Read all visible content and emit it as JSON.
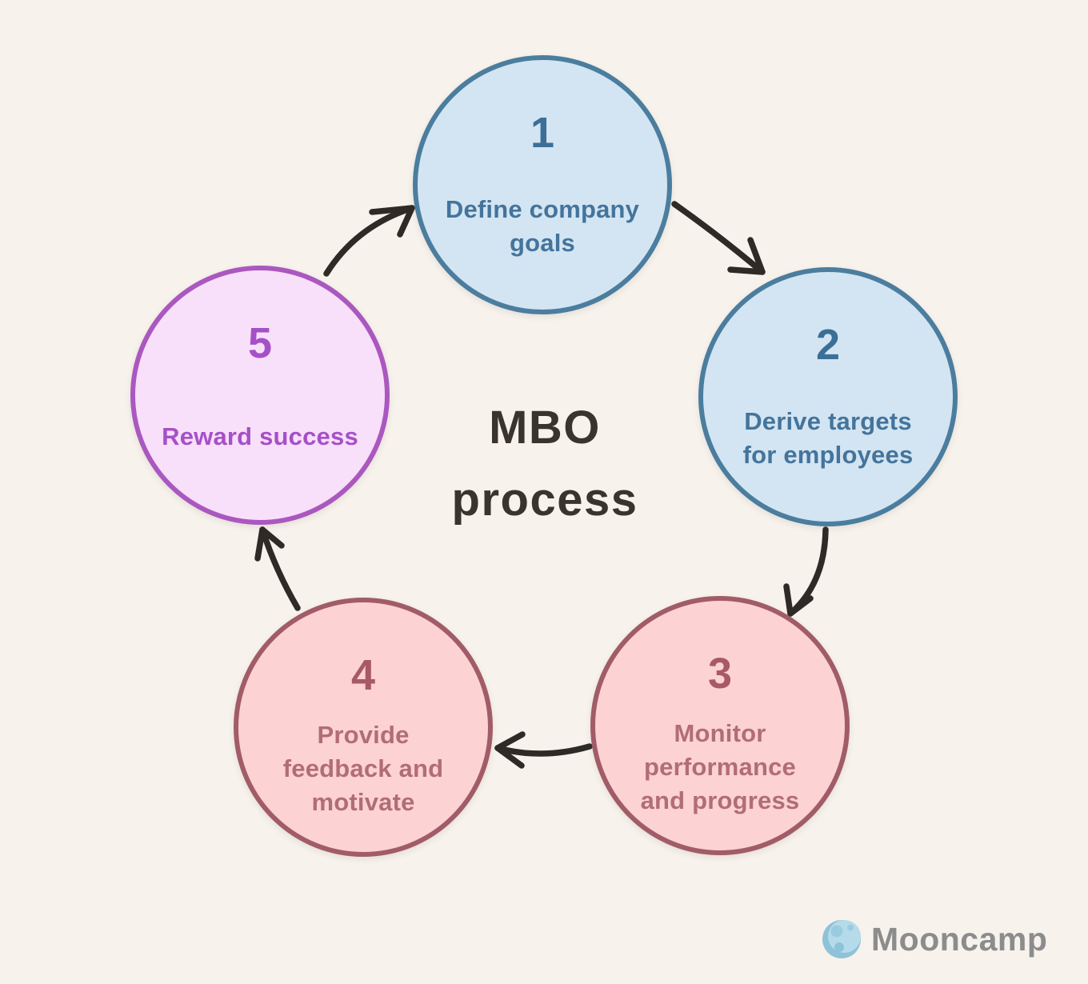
{
  "background": "#f7f2ec",
  "title": {
    "text": "MBO\nprocess",
    "color": "#39342d"
  },
  "steps": [
    {
      "number": "1",
      "label": "Define company\ngoals",
      "fill": "#d3e5f2",
      "border": "#4b7d9e",
      "number_color": "#3c6f97",
      "label_color": "#44749c"
    },
    {
      "number": "2",
      "label": "Derive targets\nfor employees",
      "fill": "#d3e5f2",
      "border": "#4b7d9e",
      "number_color": "#3c6f97",
      "label_color": "#44749c"
    },
    {
      "number": "3",
      "label": "Monitor\nperformance\nand progress",
      "fill": "#fcd2d3",
      "border": "#a15c68",
      "number_color": "#a85a64",
      "label_color": "#b16d75"
    },
    {
      "number": "4",
      "label": "Provide\nfeedback and\nmotivate",
      "fill": "#fcd2d3",
      "border": "#a15c68",
      "number_color": "#a85a64",
      "label_color": "#b16d75"
    },
    {
      "number": "5",
      "label": "Reward success",
      "fill": "#f8e0fa",
      "border": "#aa58c0",
      "number_color": "#a650c7",
      "label_color": "#a650c7"
    }
  ],
  "arrows": {
    "color": "#2e2a25"
  },
  "logo": {
    "icon": "moon-icon",
    "text": "Mooncamp",
    "text_color": "#8c8c8c",
    "icon_colors": {
      "base": "#8ec2d8",
      "surface": "#b5dbeb",
      "crater": "#9bcbdf"
    }
  }
}
